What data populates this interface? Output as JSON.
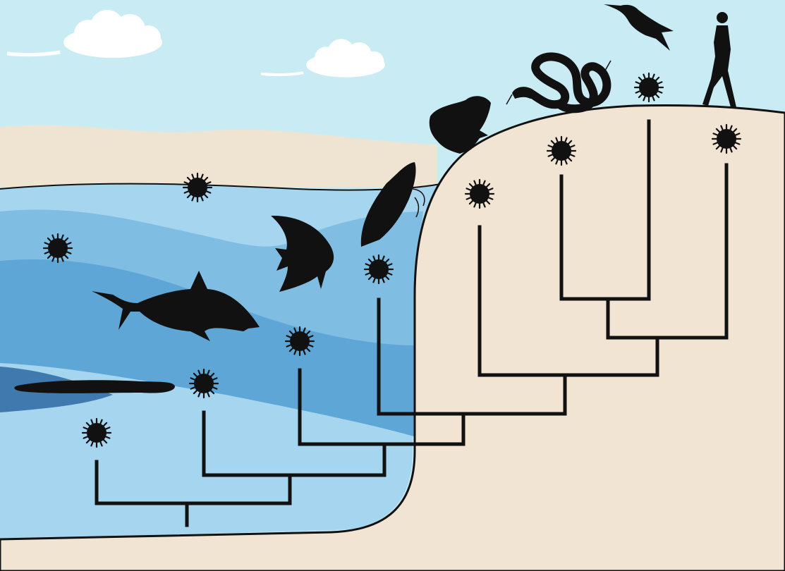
{
  "diagram": {
    "type": "phylogenetic-tree",
    "text": [],
    "colors": {
      "sky": "#c9ecf4",
      "sand": "#f1e4d3",
      "dune": "#efe3d2",
      "water_light": "#a6d6ef",
      "water_mid": "#7fbde3",
      "water_deep": "#5da6d6",
      "water_abyss": "#3f79ad",
      "ink": "#111111",
      "cloud": "#ffffff"
    },
    "taxa": [
      {
        "icon": "lamprey-icon"
      },
      {
        "icon": "shark-icon"
      },
      {
        "icon": "angelfish-icon"
      },
      {
        "icon": "coelacanth-icon"
      },
      {
        "icon": "frog-icon"
      },
      {
        "icon": "snake-icon"
      },
      {
        "icon": "bird-icon"
      },
      {
        "icon": "human-icon"
      }
    ],
    "node_markers": [
      {
        "icon": "virus-icon",
        "branch": "lamprey"
      },
      {
        "icon": "virus-icon",
        "branch": "shark"
      },
      {
        "icon": "virus-icon",
        "branch": "angelfish"
      },
      {
        "icon": "virus-icon",
        "branch": "coelacanth"
      },
      {
        "icon": "virus-icon",
        "branch": "frog"
      },
      {
        "icon": "virus-icon",
        "branch": "snake"
      },
      {
        "icon": "virus-icon",
        "branch": "bird"
      },
      {
        "icon": "virus-icon",
        "branch": "human"
      },
      {
        "icon": "virus-icon",
        "branch": "sea-surface"
      },
      {
        "icon": "virus-icon",
        "branch": "open-water"
      }
    ]
  }
}
